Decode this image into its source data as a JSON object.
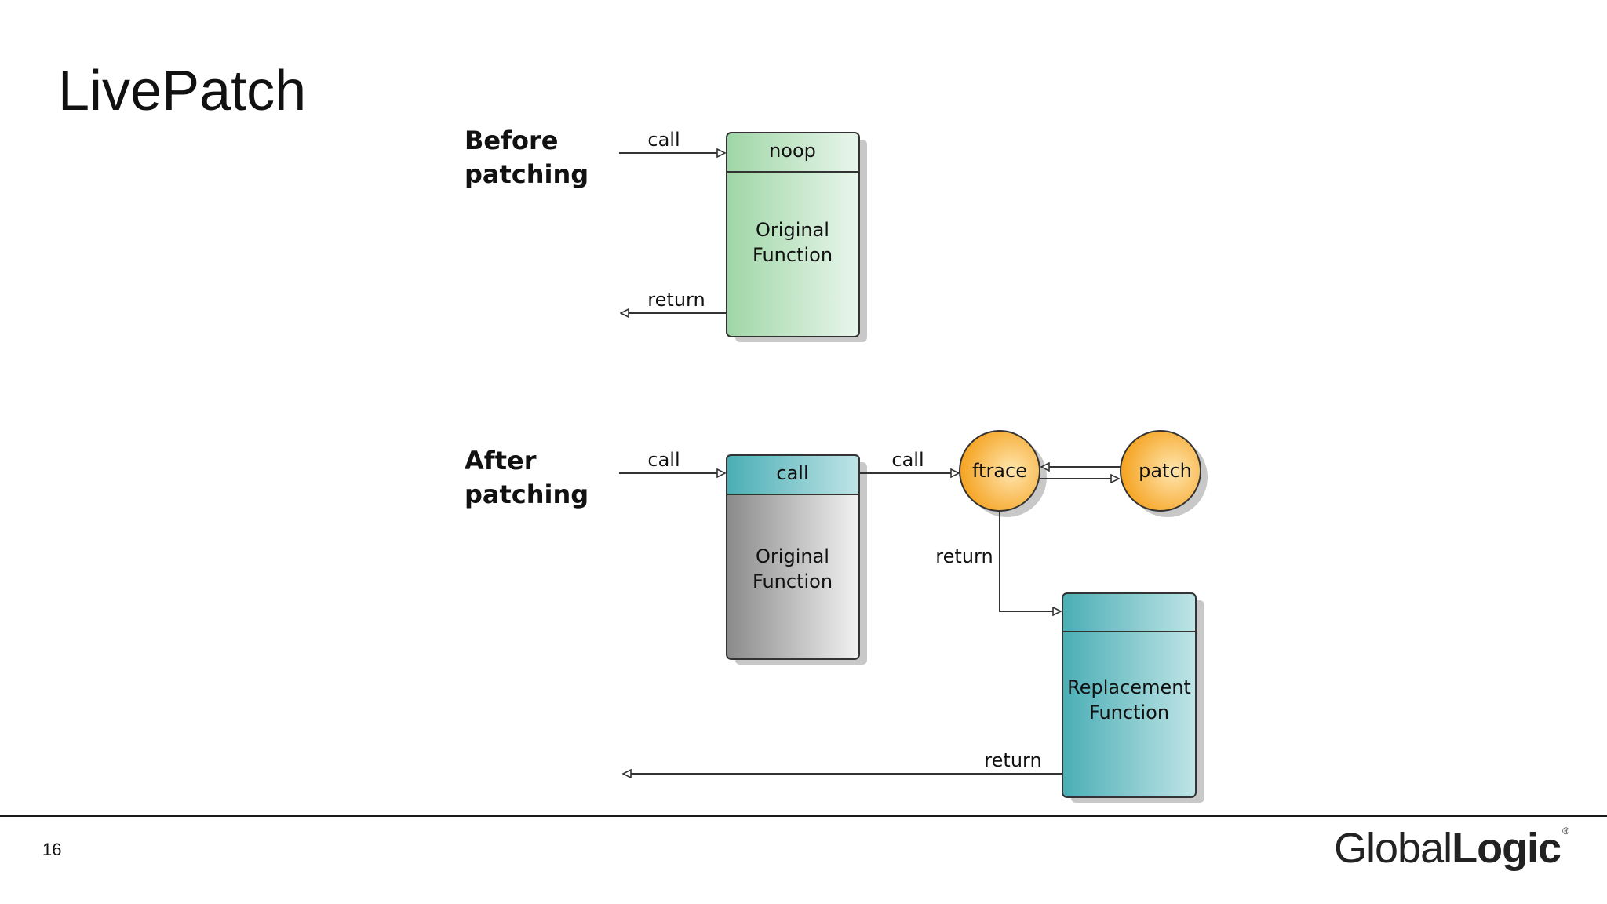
{
  "slide": {
    "title": "LivePatch",
    "page_number": "16",
    "logo": {
      "light": "Global",
      "bold": "Logic",
      "mark": "®"
    }
  },
  "before": {
    "heading_line1": "Before",
    "heading_line2": "patching",
    "call_label": "call",
    "return_label": "return",
    "header_box": "noop",
    "body_line1": "Original",
    "body_line2": "Function"
  },
  "after": {
    "heading_line1": "After",
    "heading_line2": "patching",
    "call_in_label": "call",
    "header_box": "call",
    "body_line1": "Original",
    "body_line2": "Function",
    "call_out_label": "call",
    "ftrace_label": "ftrace",
    "patch_label": "patch",
    "return_ftrace_label": "return",
    "replacement_line1": "Replacement",
    "replacement_line2": "Function",
    "return_out_label": "return"
  },
  "colors": {
    "green_dark": "#9fd6a6",
    "green_light": "#e9f6ec",
    "teal_dark": "#4aaeb5",
    "teal_light": "#bfe4e6",
    "gray_dark": "#8a8a8a",
    "gray_light": "#f2f2f2",
    "orange_dark": "#f5a21e",
    "orange_light": "#ffe6b0"
  }
}
